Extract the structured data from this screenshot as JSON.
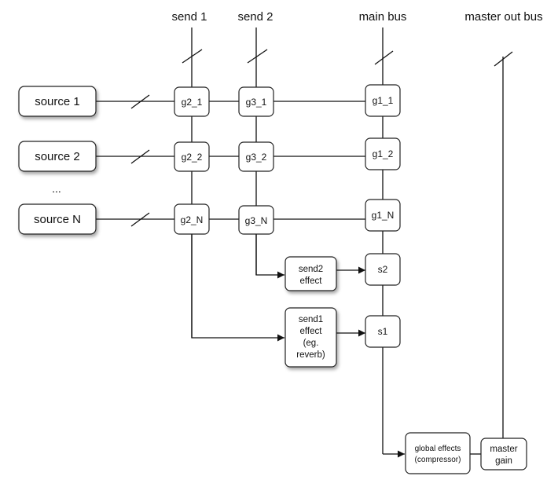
{
  "buses": {
    "send1": "send 1",
    "send2": "send 2",
    "main": "main bus",
    "master_out": "master out bus"
  },
  "sources": [
    "source 1",
    "source 2",
    "source N"
  ],
  "ellipsis": "...",
  "gains": {
    "g2_1": "g2_1",
    "g3_1": "g3_1",
    "g1_1": "g1_1",
    "g2_2": "g2_2",
    "g3_2": "g3_2",
    "g1_2": "g1_2",
    "g2_N": "g2_N",
    "g3_N": "g3_N",
    "g1_N": "g1_N",
    "s2": "s2",
    "s1": "s1"
  },
  "effects": {
    "send2": [
      "send2",
      "effect"
    ],
    "send1": [
      "send1",
      "effect",
      "(eg.",
      "reverb)"
    ],
    "global": [
      "global effects",
      "(compressor)"
    ],
    "master_gain": [
      "master",
      "gain"
    ]
  }
}
